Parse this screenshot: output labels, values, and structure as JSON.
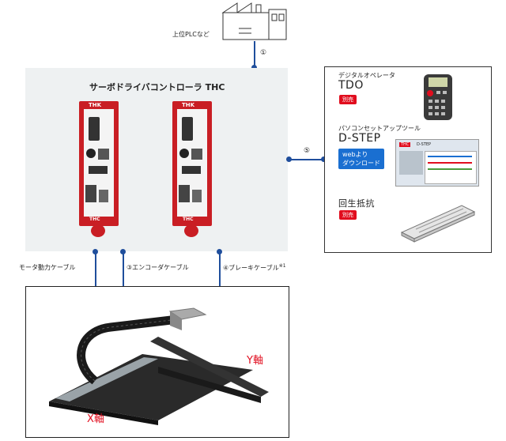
{
  "plc": {
    "label": "上位PLCなど"
  },
  "connections": {
    "c1": "①",
    "c5": "⑤",
    "motor_cable": "モータ動力ケーブル",
    "encoder_cable": "③エンコーダケーブル",
    "brake_cable": "④ブレーキケーブル",
    "brake_note": "※1"
  },
  "controller_panel": {
    "title": "サーボドライバコントローラ THC",
    "brand": "THK",
    "bottom_logo": "THC"
  },
  "accessories": {
    "tdo": {
      "subtitle": "デジタルオペレータ",
      "name": "TDO",
      "badge": "別売"
    },
    "dstep": {
      "subtitle": "パソコンセットアップツール",
      "name": "D-STEP",
      "badge_line1": "webより",
      "badge_line2": "ダウンロード",
      "screen_logo": "THC",
      "screen_title": "D-STEP"
    },
    "regen": {
      "name": "回生抵抗",
      "badge": "別売"
    }
  },
  "stage": {
    "x_axis": "X軸",
    "y_axis": "Y軸"
  },
  "colors": {
    "line": "#1f4e9c",
    "accent_red": "#e10d1e",
    "badge_blue": "#1a6fd1",
    "panel_bg": "#eef1f2"
  }
}
